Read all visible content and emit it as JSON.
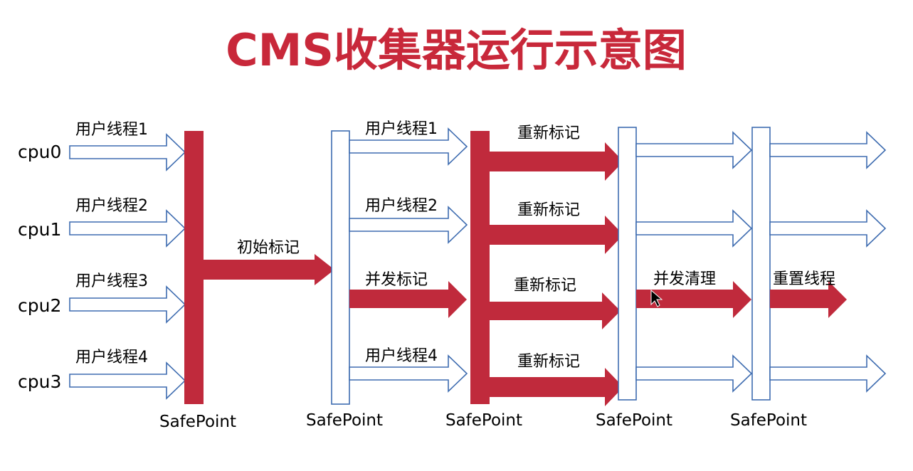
{
  "title": "CMS收集器运行示意图",
  "cpus": [
    "cpu0",
    "cpu1",
    "cpu2",
    "cpu3"
  ],
  "phase1": {
    "threads": [
      "用户线程1",
      "用户线程2",
      "用户线程3",
      "用户线程4"
    ]
  },
  "initial_mark": "初始标记",
  "phase2": {
    "thread1": "用户线程1",
    "thread2": "用户线程2",
    "concurrent_mark": "并发标记",
    "thread4": "用户线程4"
  },
  "remark": [
    "重新标记",
    "重新标记",
    "重新标记",
    "重新标记"
  ],
  "concurrent_sweep": "并发清理",
  "reset_threads": "重置线程",
  "safepoints": [
    "SafePoint",
    "SafePoint",
    "SafePoint",
    "SafePoint",
    "SafePoint"
  ],
  "colors": {
    "title": "#c8283a",
    "solid_arrow": "#c02a3c",
    "hollow_stroke": "#3e6cb0"
  },
  "icons": {
    "cursor": "mouse-pointer-icon"
  }
}
